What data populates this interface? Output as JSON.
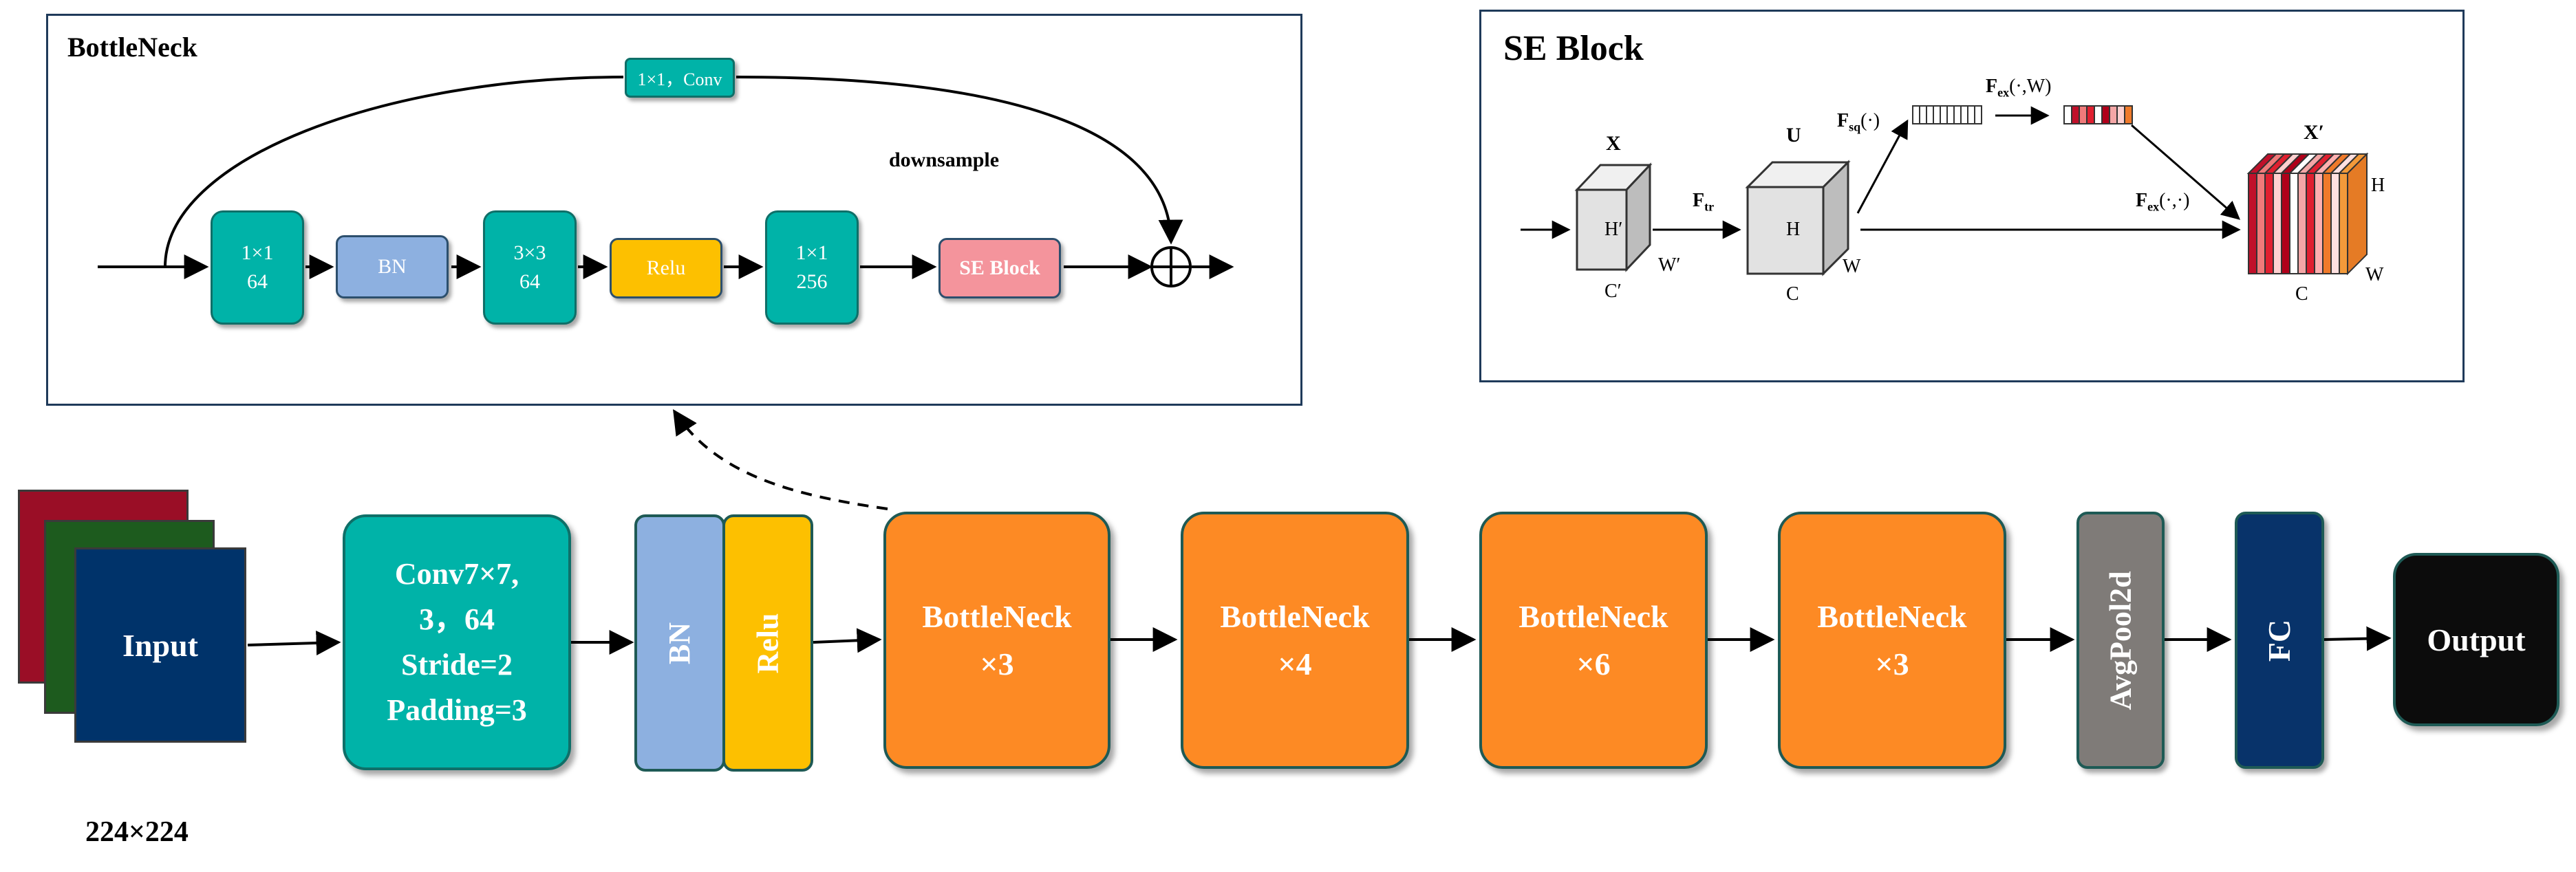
{
  "colors": {
    "teal": "#00b3a8",
    "orange": "#fd8a24",
    "bn_blue": "#8db0e0",
    "relu_yellow": "#fdc000",
    "se_pink": "#f4949c",
    "avgpool_grey": "#7f7b78",
    "fc_navy": "#08336a",
    "output_black": "#0c0c0c",
    "input_navy": "#00336a",
    "input_green": "#1d5b1e",
    "input_red": "#9a0e26"
  },
  "main": {
    "input": {
      "label": "Input",
      "size": "224×224"
    },
    "conv": {
      "line1": "Conv7×7,",
      "line2": "3，64",
      "line3": "Stride=2",
      "line4": "Padding=3"
    },
    "bn": "BN",
    "relu": "Relu",
    "stages": [
      {
        "title": "BottleNeck",
        "repeat": "×3"
      },
      {
        "title": "BottleNeck",
        "repeat": "×4"
      },
      {
        "title": "BottleNeck",
        "repeat": "×6"
      },
      {
        "title": "BottleNeck",
        "repeat": "×3"
      }
    ],
    "avgpool": "AvgPool2d",
    "fc": "FC",
    "output": "Output"
  },
  "bottleneck_panel": {
    "title": "BottleNeck",
    "shortcut": "1×1，Conv",
    "downsample": "downsample",
    "blocks": [
      {
        "line1": "1×1",
        "line2": "64"
      },
      {
        "line1": "BN",
        "line2": ""
      },
      {
        "line1": "3×3",
        "line2": "64"
      },
      {
        "line1": "Relu",
        "line2": ""
      },
      {
        "line1": "1×1",
        "line2": "256"
      },
      {
        "line1": "SE Block",
        "line2": ""
      }
    ]
  },
  "se_panel": {
    "title": "SE Block",
    "x_label": "X",
    "h_prime": "H′",
    "w_prime": "W′",
    "c_prime": "C′",
    "ftr_main": "F",
    "ftr_sub": "tr",
    "u_label": "U",
    "u_h": "H",
    "u_w": "W",
    "u_c": "C",
    "fsq_main": "F",
    "fsq_sub": "sq",
    "fsq_arg": "(·)",
    "fex_main": "F",
    "fex_sub": "ex",
    "fex_arg": "(·,W)",
    "fscale_main": "F",
    "fscale_sub": "ex",
    "fscale_arg": "(·,·)",
    "out_label": "X′",
    "out_h": "H",
    "out_w": "W",
    "out_c": "C"
  }
}
